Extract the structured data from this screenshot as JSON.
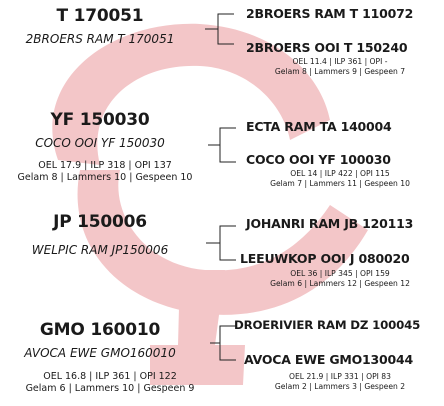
{
  "accent_color": "#f2c1c4",
  "rams": [
    {
      "name": "T 170051",
      "registered": "2BROERS RAM T 170051",
      "stats": [],
      "sire": {
        "name": "2BROERS RAM T 110072",
        "stats": []
      },
      "dam": {
        "name": "2BROERS OOI T 150240",
        "stats": [
          "OEL 11.4 | ILP 361 | OPI -",
          "Gelam 8 | Lammers 9 | Gespeen 7"
        ]
      }
    },
    {
      "name": "YF 150030",
      "registered": "COCO OOI YF 150030",
      "stats": [
        "OEL 17.9 | ILP 318 | OPI 137",
        "Gelam 8 | Lammers 10 | Gespeen 10"
      ],
      "sire": {
        "name": "ECTA RAM TA 140004",
        "stats": []
      },
      "dam": {
        "name": "COCO OOI YF 100030",
        "stats": [
          "OEL 14 | ILP 422 | OPI 115",
          "Gelam 7 | Lammers 11 | Gespeen 10"
        ]
      }
    },
    {
      "name": "JP 150006",
      "registered": "WELPIC RAM JP150006",
      "stats": [],
      "sire": {
        "name": "JOHANRI RAM JB 120113",
        "stats": []
      },
      "dam": {
        "name": "LEEUWKOP OOI J 080020",
        "stats": [
          "OEL 36 | ILP 345 | OPI 159",
          "Gelam 6 | Lammers 12 | Gespeen 12"
        ]
      }
    },
    {
      "name": "GMO 160010",
      "registered": "AVOCA EWE GMO160010",
      "stats": [
        "OEL 16.8 | ILP 361 | OPI 122",
        "Gelam 6 | Lammers 10 | Gespeen 9"
      ],
      "sire": {
        "name": "DROERIVIER RAM DZ 100045",
        "stats": []
      },
      "dam": {
        "name": "AVOCA EWE GMO130044",
        "stats": [
          "OEL 21.9 | ILP 331 | OPI 83",
          "Gelam 2 | Lammers 3 | Gespeen 2"
        ]
      }
    }
  ]
}
